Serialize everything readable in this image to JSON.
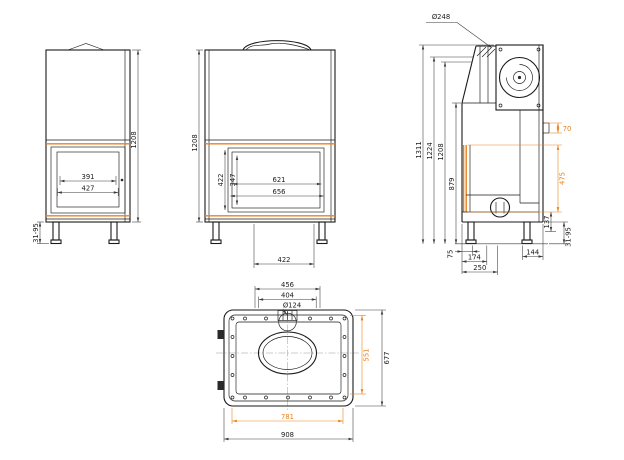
{
  "colors": {
    "line": "#1a1a1a",
    "dimension": "#3a3a3a",
    "accent": "#e8821e"
  },
  "views": {
    "front": {
      "dims": {
        "height": "1208",
        "inner_width": "391",
        "frame_width": "427",
        "leg_range": "31-95"
      }
    },
    "section": {
      "dims": {
        "height": "1208",
        "opening_height": "422",
        "glass_height": "347",
        "width_inner": "621",
        "width_outer": "656",
        "base_width": "422"
      }
    },
    "side": {
      "dims": {
        "flue_diameter": "Ø248",
        "height_total": "1311",
        "height_collar": "1224",
        "height_body": "1208",
        "height_opening": "879",
        "top_offset": "70",
        "glass_height": "475",
        "base_height": "137",
        "leg_range": "31-95",
        "front_offset": "75",
        "depth_front": "174",
        "depth_back": "144",
        "depth_duct": "250"
      }
    },
    "top": {
      "dims": {
        "width_outlet": "456",
        "width_inner": "404",
        "flue_diameter": "Ø124",
        "depth_inner": "551",
        "depth_total": "677",
        "width_body": "781",
        "width_total": "908"
      }
    }
  }
}
